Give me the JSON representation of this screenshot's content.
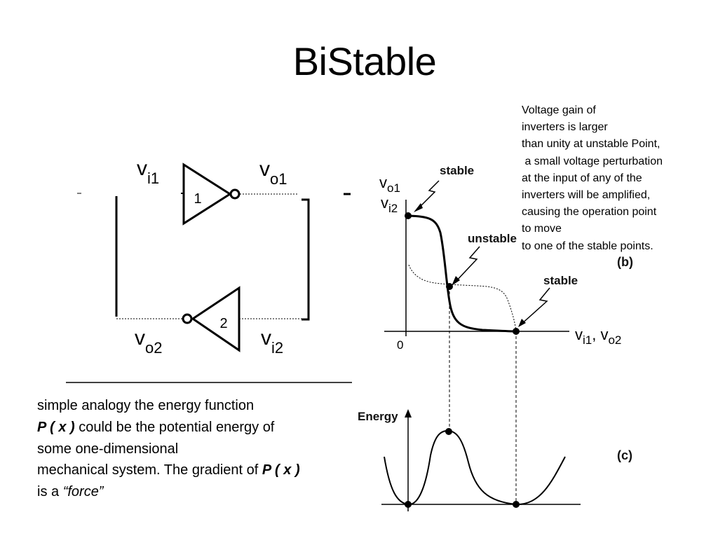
{
  "title": "BiStable",
  "note": {
    "lines": [
      "Voltage gain of",
      "inverters is larger",
      "than unity at unstable Point,",
      " a small voltage perturbation",
      "at the input of any of the",
      "inverters will be amplified,",
      "causing the operation point",
      "to move",
      "to one of the stable points."
    ]
  },
  "analogy": {
    "l1": "simple analogy the energy function",
    "l2_px": "P ( x )",
    "l2_rest": " could be the potential energy of",
    "l3": "some one-dimensional",
    "l4_start": "mechanical system. The gradient of ",
    "l4_px": "P ( x )",
    "l5_start": "is a ",
    "l5_force": "“force”"
  },
  "circuit": {
    "vi1_main": "v",
    "vi1_sub": "i1",
    "vo1_main": "v",
    "vo1_sub": "o1",
    "vo2_main": "v",
    "vo2_sub": "o2",
    "vi2_main": "v",
    "vi2_sub": "i2",
    "gate1": "1",
    "gate2": "2"
  },
  "vtc": {
    "y_main1": "v",
    "y_sub1": "o1",
    "y_main2": "v",
    "y_sub2": "i2",
    "x_label_a_main": "v",
    "x_label_a_sub": "i1",
    "x_label_sep": ", ",
    "x_label_b_main": "v",
    "x_label_b_sub": "o2",
    "origin": "0",
    "stable_top": "stable",
    "unstable": "unstable",
    "stable_bottom": "stable",
    "panel": "(b)"
  },
  "energy": {
    "ylabel": "Energy",
    "panel": "(c)"
  }
}
